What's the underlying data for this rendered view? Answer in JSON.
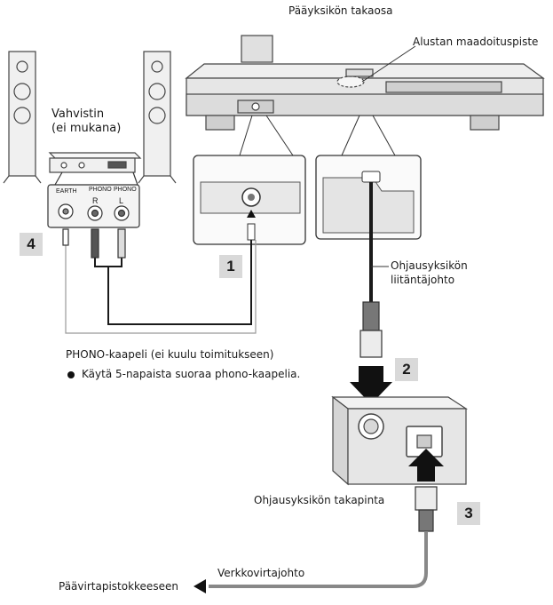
{
  "labels": {
    "main_unit_rear": "Pääyksikön takaosa",
    "base_earth_point": "Alustan maadoituspiste",
    "amplifier_line1": "Vahvistin",
    "amplifier_line2": "(ei mukana)",
    "control_cable_line1": "Ohjausyksikön",
    "control_cable_line2": "liitäntäjohto",
    "phono_cable": "PHONO-kaapeli (ei kuulu toimitukseen)",
    "phono_note": "Käytä 5-napaista suoraa phono-kaapelia.",
    "control_unit_rear": "Ohjausyksikön takapinta",
    "power_cord": "Verkkovirtajohto",
    "to_outlet": "Päävirtapistokkeeseen"
  },
  "amp_terminals": {
    "earth": "EARTH",
    "phono_left": "PHONO",
    "phono_right": "PHONO",
    "r": "R",
    "l": "L"
  },
  "steps": [
    "1",
    "2",
    "3",
    "4"
  ]
}
